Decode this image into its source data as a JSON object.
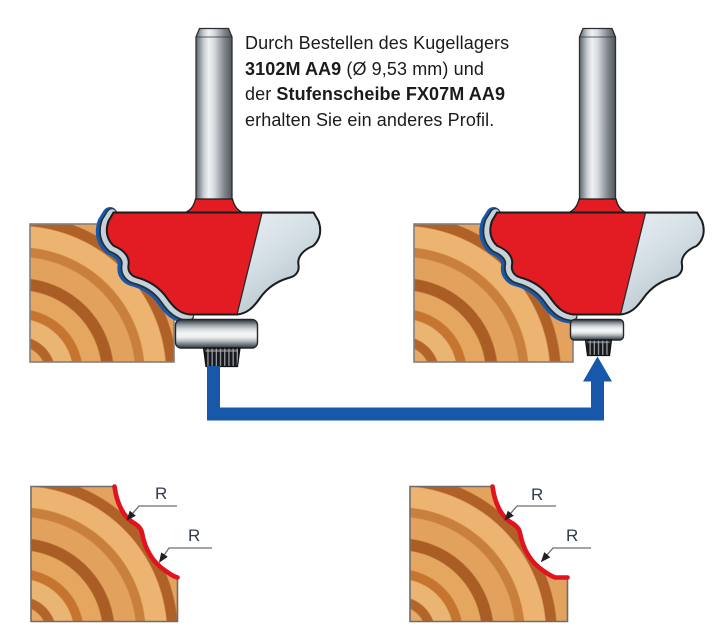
{
  "note": {
    "line1": "Durch Bestellen des Kugellagers",
    "line2_bold": "3102M AA9",
    "line2_rest": " (Ø 9,53 mm) und",
    "line3_pre": "der ",
    "line3_bold": "Stufenscheibe FX07M AA9",
    "line4": "erhalten Sie ein anderes Profil."
  },
  "profile_diagrams": {
    "left": {
      "radius_labels": [
        "R",
        "R"
      ]
    },
    "right": {
      "radius_labels": [
        "R",
        "R"
      ]
    }
  },
  "icons": {
    "connector_arrow": "bent-arrow-pointing-up",
    "leader_arrow": "small-filled-arrowhead"
  },
  "colors": {
    "cutter_red": "#e31b23",
    "profile_cut_red": "#e0131f",
    "arrow_blue": "#1758ab",
    "cut_line_blue": "#1758ab",
    "carbide_gray": "#c6d2d9",
    "wood_light": "#eab472",
    "wood_dark": "#aa5d24",
    "steel_light": "#f4f5f6",
    "steel_dark": "#31363c"
  }
}
